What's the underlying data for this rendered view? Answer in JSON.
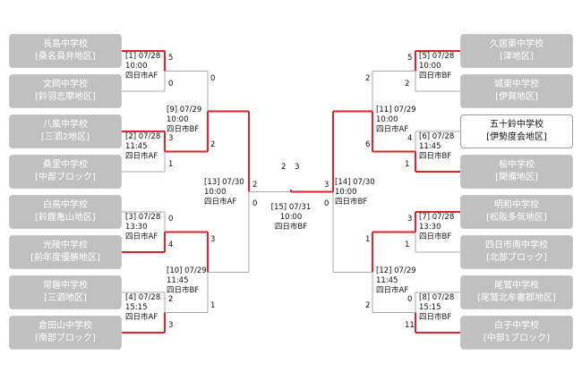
{
  "teams_left": [
    {
      "name": "長島中学校",
      "region": "[桑名員弁地区]",
      "winner": false
    },
    {
      "name": "文岡中学校",
      "region": "[鈴羽志摩地区]",
      "winner": false
    },
    {
      "name": "八風中学校",
      "region": "[三泗2地区]",
      "winner": false
    },
    {
      "name": "桑里中学校",
      "region": "[中部ブロック]",
      "winner": false
    },
    {
      "name": "白鳥中学校",
      "region": "[鈴鹿亀山地区]",
      "winner": false
    },
    {
      "name": "光陵中学校",
      "region": "[前年度優勝地区]",
      "winner": false
    },
    {
      "name": "常磐中学校",
      "region": "[三泗地区]",
      "winner": false
    },
    {
      "name": "倉田山中学校",
      "region": "[南部ブロック]",
      "winner": false
    }
  ],
  "teams_right": [
    {
      "name": "久居東中学校",
      "region": "[津地区]",
      "winner": false
    },
    {
      "name": "城東中学校",
      "region": "[伊賀地区]",
      "winner": false
    },
    {
      "name": "五十鈴中学校",
      "region": "[伊勢度会地区]",
      "winner": true
    },
    {
      "name": "桜中学校",
      "region": "[関備地区]",
      "winner": false
    },
    {
      "name": "明和中学校",
      "region": "[松阪多気地区]",
      "winner": false
    },
    {
      "name": "四日市南中学校",
      "region": "[北部ブロック]",
      "winner": false
    },
    {
      "name": "尾鷲中学校",
      "region": "[尾鷲北牟婁郡地区]",
      "winner": false
    },
    {
      "name": "白子中学校",
      "region": "[中部1ブロック]",
      "winner": false
    }
  ],
  "matches": [
    {
      "id": "m1",
      "label": [
        "[1] 07/28",
        "10:00",
        "四日市AF"
      ],
      "s1": "5",
      "s2": "0"
    },
    {
      "id": "m2",
      "label": [
        "[2] 07/28",
        "11:45",
        "四日市AF"
      ],
      "s1": "3",
      "s2": "1"
    },
    {
      "id": "m3",
      "label": [
        "[3] 07/28",
        "13:30",
        "四日市AF"
      ],
      "s1": "0",
      "s2": "4"
    },
    {
      "id": "m4",
      "label": [
        "[4] 07/28",
        "15:15",
        "四日市AF"
      ],
      "s1": "2",
      "s2": "3"
    },
    {
      "id": "m5",
      "label": [
        "[5] 07/28",
        "10:00",
        "四日市BF"
      ],
      "s1": "5",
      "s2": "2"
    },
    {
      "id": "m6",
      "label": [
        "[6] 07/28",
        "11:45",
        "四日市BF"
      ],
      "s1": "4",
      "s2": "1"
    },
    {
      "id": "m7",
      "label": [
        "[7] 07/28",
        "13:30",
        "四日市BF"
      ],
      "s1": "3",
      "s2": "1"
    },
    {
      "id": "m8",
      "label": [
        "[8] 07/28",
        "15:15",
        "四日市BF"
      ],
      "s1": "0",
      "s2": "11"
    },
    {
      "id": "m9",
      "label": [
        "[9] 07/29",
        "10:00",
        "四日市BF"
      ],
      "s1": "0",
      "s2": "2"
    },
    {
      "id": "m10",
      "label": [
        "[10] 07/29",
        "11:45",
        "四日市BF"
      ],
      "s1": "3",
      "s2": "1"
    },
    {
      "id": "m11",
      "label": [
        "[11] 07/29",
        "10:00",
        "四日市AF"
      ],
      "s1": "2",
      "s2": "6"
    },
    {
      "id": "m12",
      "label": [
        "[12] 07/29",
        "11:45",
        "四日市AF"
      ],
      "s1": "1",
      "s2": "2"
    },
    {
      "id": "m13",
      "label": [
        "[13] 07/30",
        "10:00",
        "四日市AF"
      ],
      "s1": "2",
      "s2": "0"
    },
    {
      "id": "m14",
      "label": [
        "[14] 07/30",
        "10:00",
        "四日市BF"
      ],
      "s1": "3",
      "s2": "0"
    },
    {
      "id": "m15",
      "label": [
        "[15] 07/31",
        "10:00",
        "四日市BF"
      ],
      "s1": "2",
      "s2": "3"
    }
  ],
  "colors": {
    "win_line": "#d9262e",
    "lose_line": "#a9a9a9",
    "team_box": "#c0c0c0",
    "winner_box": "#ffffff"
  }
}
